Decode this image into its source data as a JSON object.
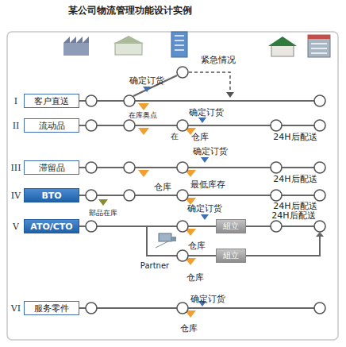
{
  "diagram": {
    "title": "某公司物流管理功能设计实例",
    "nodes": [
      {
        "text": [
          "客户直送"
        ]
      },
      {
        "text": [
          "流动品"
        ]
      },
      {
        "text": [
          "滞留品"
        ]
      },
      {
        "text": [
          "BTO"
        ]
      },
      {
        "text": [
          "ATO/CTO"
        ]
      },
      {
        "text": [
          "組立"
        ]
      },
      {
        "text": [
          "組立"
        ]
      },
      {
        "text": [
          "服务零件"
        ]
      }
    ],
    "edges": [
      {
        "from": 4,
        "to": 5,
        "arrow": "none"
      },
      {
        "from": 4,
        "to": 6,
        "arrow": "none"
      }
    ],
    "labels": [
      "I",
      "II",
      "III",
      "IV",
      "V",
      "VI",
      "紧急情况",
      "确定订货",
      "在库奥点",
      "确定订货",
      "在",
      "仓库",
      "24H后配送",
      "确定订货",
      "24H后配送",
      "仓库",
      "最低库存",
      "部品在库",
      "24H后配送",
      "确定订货",
      "24H后配送",
      "仓库",
      "Partner",
      "仓库",
      "确定订货",
      "仓库"
    ]
  }
}
